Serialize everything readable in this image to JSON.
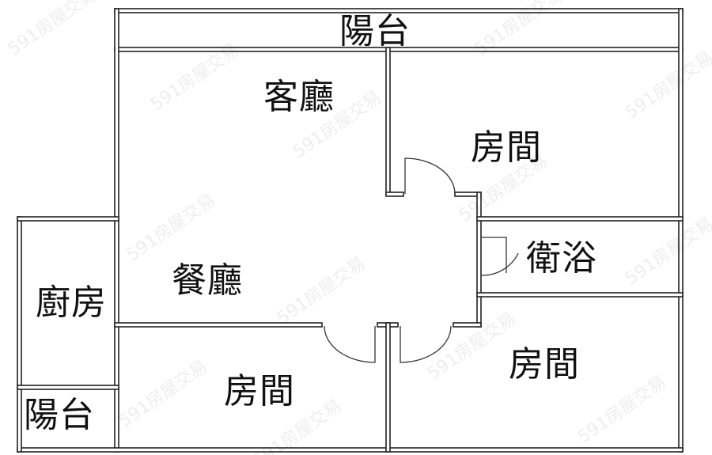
{
  "rooms": {
    "balcony_top": "陽台",
    "living_room": "客廳",
    "bedroom_top_right": "房間",
    "bathroom": "衛浴",
    "dining_room": "餐廳",
    "kitchen": "廚房",
    "balcony_bottom_left": "陽台",
    "bedroom_bottom_middle": "房間",
    "bedroom_bottom_right": "房間"
  },
  "watermark": "591房屋交易"
}
